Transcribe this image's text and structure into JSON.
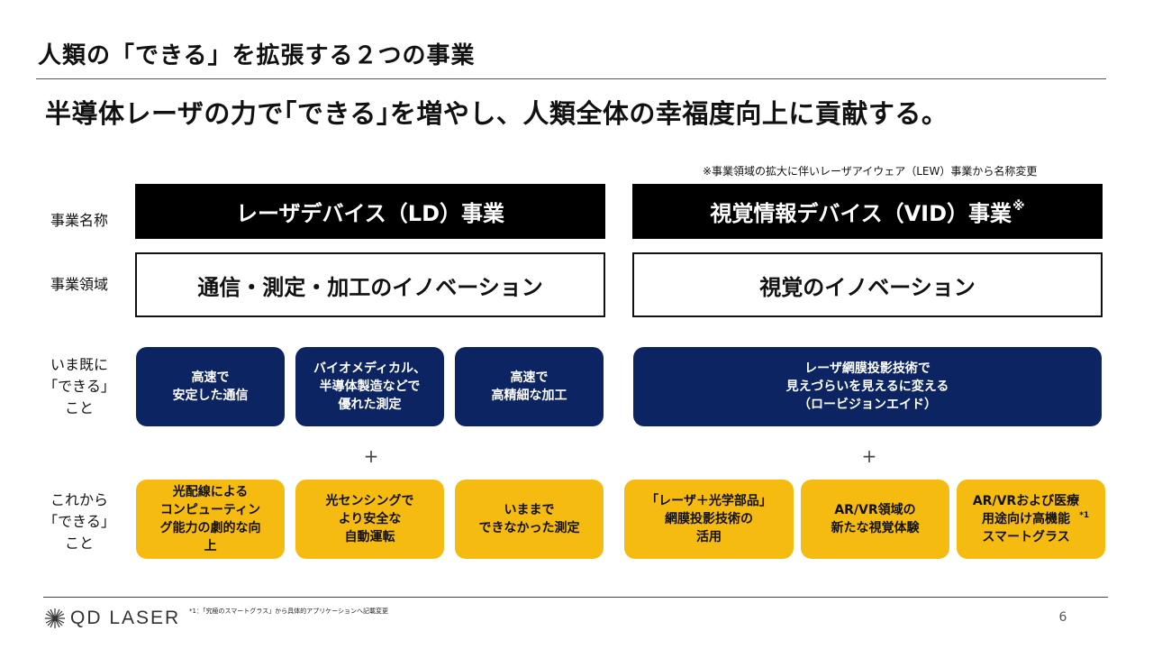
{
  "title": "人類の「できる」を拡張する２つの事業",
  "subtitle": "半導体レーザの力で｢できる｣を増やし、人類全体の幸福度向上に貢献する。",
  "note": "※事業領域の拡大に伴いレーザアイウェア（LEW）事業から名称変更",
  "row_labels": {
    "name": "事業名称",
    "domain": "事業領域",
    "now": "いま既に\n「できる」\nこと",
    "future": "これから\n「できる」\nこと"
  },
  "ld": {
    "name": "レーザデバイス（LD）事業",
    "domain": "通信・測定・加工のイノベーション",
    "now": [
      "高速で\n安定した通信",
      "バイオメディカル、\n半導体製造などで\n優れた測定",
      "高速で\n高精細な加工"
    ],
    "future": [
      "光配線による\nコンピューティン\nグ能力の劇的な向\n上",
      "光センシングで\nより安全な\n自動運転",
      "いままで\nできなかった測定"
    ]
  },
  "vid": {
    "name": "視覚情報デバイス（VID）事業",
    "name_mark": "※",
    "domain": "視覚のイノベーション",
    "now": [
      "レーザ網膜投影技術で\n見えづらいを見えるに変える\n（ロービジョンエイド）"
    ],
    "future": [
      "「レーザ＋光学部品」\n網膜投影技術の\n活用",
      "AR/VR領域の\n新たな視覚体験",
      "AR/VRおよび医療\n用途向け高機能\nスマートグラス"
    ],
    "future_mark": "*1"
  },
  "plus": "+",
  "footer": {
    "logo": "QD LASER",
    "footnote": "*1：「究極のスマートグラス」から具体的アプリケーションへ記載変更",
    "page": "6"
  },
  "colors": {
    "navy": "#0c2461",
    "gold": "#f6bb11",
    "black": "#000000"
  }
}
